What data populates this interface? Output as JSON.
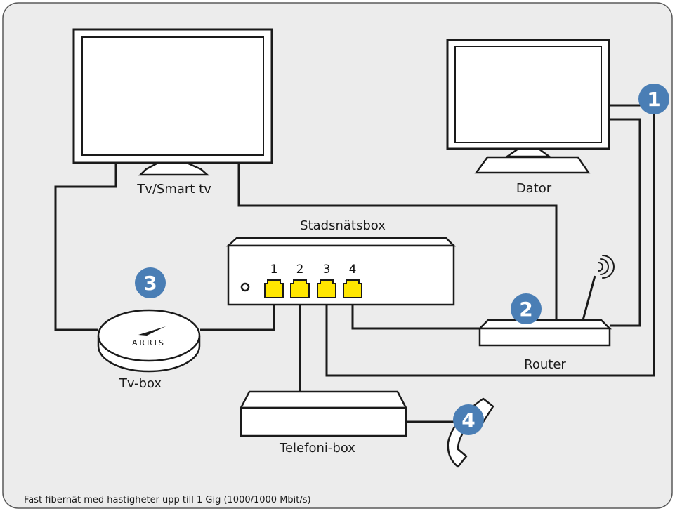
{
  "diagram": {
    "labels": {
      "tv": "Tv/Smart tv",
      "computer": "Dator",
      "fiber_box": "Stadsnätsbox",
      "router": "Router",
      "tv_box": "Tv-box",
      "phone_box": "Telefoni-box",
      "tv_box_brand": "ARRIS"
    },
    "ports": [
      "1",
      "2",
      "3",
      "4"
    ],
    "badges": [
      "1",
      "2",
      "3",
      "4"
    ],
    "footer": "Fast fibernät med hastigheter upp till 1 Gig (1000/1000 Mbit/s)"
  },
  "colors": {
    "port": "#ffe600",
    "badge": "#4a7eb5",
    "frame_bg": "#ececec",
    "line": "#1a1a1a"
  }
}
